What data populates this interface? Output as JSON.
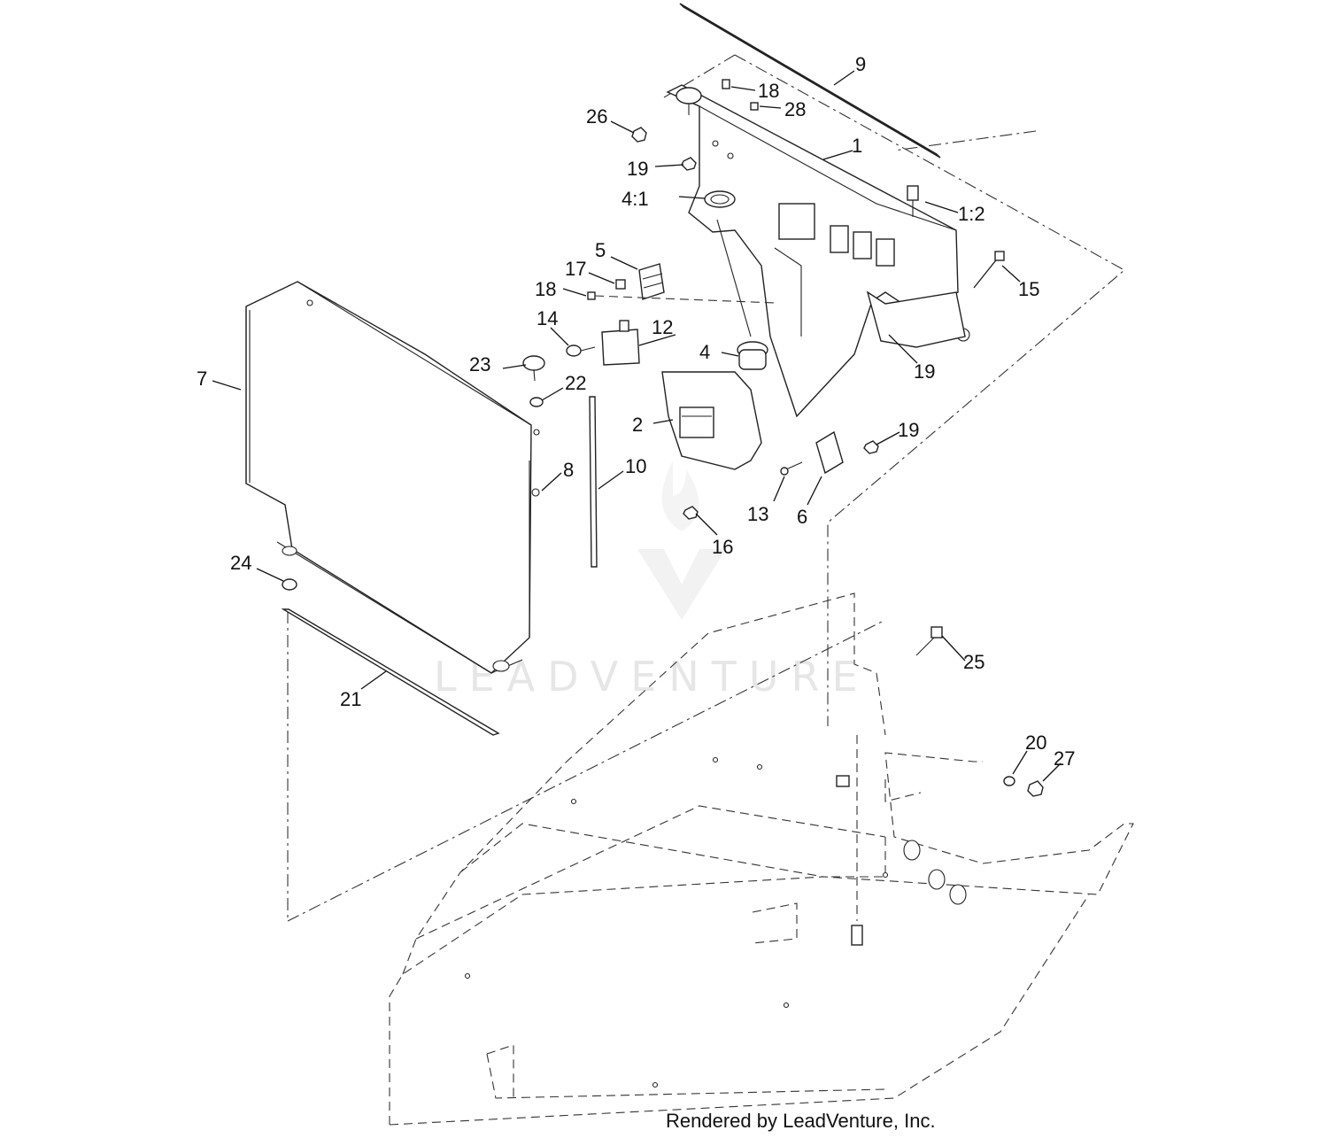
{
  "watermark": "LEADVENTURE",
  "footer": "Rendered by LeadVenture, Inc.",
  "callouts": {
    "c1": "1",
    "c1_2": "1:2",
    "c2": "2",
    "c4": "4",
    "c4_1": "4:1",
    "c5": "5",
    "c6": "6",
    "c7": "7",
    "c8": "8",
    "c9": "9",
    "c10": "10",
    "c12": "12",
    "c13": "13",
    "c14": "14",
    "c15": "15",
    "c16": "16",
    "c17": "17",
    "c18a": "18",
    "c18b": "18",
    "c19a": "19",
    "c19b": "19",
    "c19c": "19",
    "c20": "20",
    "c21": "21",
    "c22": "22",
    "c23": "23",
    "c24": "24",
    "c25": "25",
    "c26": "26",
    "c27": "27",
    "c28": "28"
  }
}
